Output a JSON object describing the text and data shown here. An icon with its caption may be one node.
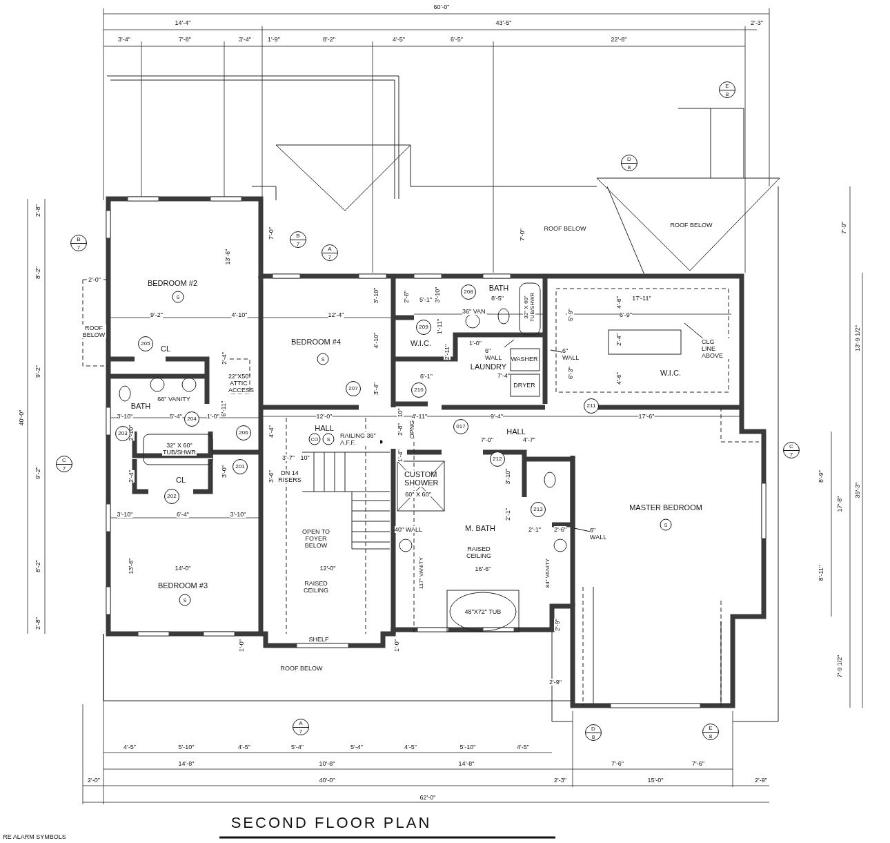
{
  "diagram": {
    "title": "SECOND FLOOR PLAN",
    "nodes": [
      {
        "text": [
          "B",
          "7"
        ]
      },
      {
        "text": [
          "B",
          "7"
        ]
      },
      {
        "text": [
          "A",
          "7"
        ]
      },
      {
        "text": [
          "D",
          "8"
        ]
      },
      {
        "text": [
          "E",
          "8"
        ]
      },
      {
        "text": [
          "C",
          "7"
        ]
      },
      {
        "text": [
          "C",
          "7"
        ]
      },
      {
        "text": [
          "A",
          "7"
        ]
      },
      {
        "text": [
          "D",
          "8"
        ]
      },
      {
        "text": [
          "E",
          "8"
        ]
      },
      {
        "text": [
          "205"
        ]
      },
      {
        "text": [
          "209"
        ]
      },
      {
        "text": [
          "208"
        ]
      },
      {
        "text": [
          "207"
        ]
      },
      {
        "text": [
          "210"
        ]
      },
      {
        "text": [
          "211"
        ]
      },
      {
        "text": [
          "204"
        ]
      },
      {
        "text": [
          "203"
        ]
      },
      {
        "text": [
          "206"
        ]
      },
      {
        "text": [
          "017"
        ]
      },
      {
        "text": [
          "212"
        ]
      },
      {
        "text": [
          "201"
        ]
      },
      {
        "text": [
          "202"
        ]
      },
      {
        "text": [
          "213"
        ]
      },
      {
        "text": [
          "S"
        ]
      },
      {
        "text": [
          "S"
        ]
      },
      {
        "text": [
          "CO"
        ]
      },
      {
        "text": [
          "S"
        ]
      },
      {
        "text": [
          "S"
        ]
      },
      {
        "text": [
          "S"
        ]
      },
      {
        "text": [
          "6\" WALL"
        ]
      },
      {
        "text": [
          "6\" WALL"
        ]
      },
      {
        "text": [
          "CLG LINE ABOVE"
        ]
      },
      {
        "text": [
          "RAILING 36\" A.F.F."
        ]
      },
      {
        "text": [
          "6\" WALL"
        ]
      }
    ],
    "edges": [
      {
        "from": 30,
        "to": null,
        "arrow": "none"
      },
      {
        "from": 31,
        "to": null,
        "arrow": "none"
      },
      {
        "from": 32,
        "to": null,
        "arrow": "none"
      },
      {
        "from": 33,
        "to": null,
        "arrow": "other"
      },
      {
        "from": 34,
        "to": null,
        "arrow": "none"
      }
    ],
    "labels": [
      "60'-0\"",
      "14'-4\"",
      "43'-5\"",
      "2'-3\"",
      "3'-4\"",
      "7'-8\"",
      "3'-4\"",
      "1'-9\"",
      "8'-2\"",
      "4'-5\"",
      "6'-5\"",
      "22'-8\"",
      "2'-8\"",
      "7'-0\"",
      "7'-0\"",
      "ROOF BELOW",
      "ROOF BELOW",
      "7'-9\"",
      "13'-6\"",
      "8'-2\"",
      "2'-0\"",
      "BEDROOM #2",
      "BATH",
      "3'-10\"",
      "2'-6\"",
      "5'-1\"",
      "3'-10\"",
      "8'-5\"",
      "32\" X 60\" TUB/SHWR",
      "4'-6\"",
      "17'-11\"",
      "9'-2\"",
      "4'-10\"",
      "12'-4\"",
      "36\" VAN.",
      "5'-9\"",
      "6'-9\"",
      "ROOF BELOW",
      "BEDROOM #4",
      "4'-10\"",
      "W.I.C.",
      "1'-11\"",
      "2'-4\"",
      "13'-9 1/2\"",
      "CL",
      "2'-4\"",
      "2'-11\"",
      "1'-0\"",
      "LAUNDRY",
      "WASHER",
      "9'-2\"",
      "22\"X50\" ATTIC ACCESS",
      "3'-4\"",
      "6'-1\"",
      "7'-4\"",
      "DRYER",
      "6'-3\"",
      "4'-6\"",
      "W.I.C.",
      "BATH",
      "66\" VANITY",
      "6'-11\"",
      "40'-0\"",
      "3'-10\"",
      "5'-4\"",
      "1'-0\"",
      "12'-0\"",
      "10\"",
      "4'-11\"",
      "9'-4\"",
      "17'-6\"",
      "2'-10\"",
      "4'-4\"",
      "HALL",
      "2'-8\"",
      "OPNG",
      "7'-0\"",
      "HALL",
      "4'-7\"",
      "32\" X 60\" TUB/SHWR",
      "3'-7\"",
      "10\"",
      "1'-4\"",
      "9'-2\"",
      "2'-4\"",
      "CL",
      "3'-0\"",
      "3'-6\"",
      "DN 14 RISERS",
      "CUSTOM SHOWER",
      "3'-10\"",
      "8'-9\"",
      "60\" X 60\"",
      "MASTER BEDROOM",
      "17'-8\"",
      "39'-3\"",
      "3'-10\"",
      "6'-4\"",
      "3'-10\"",
      "2'-1\"",
      "OPEN TO FOYER BELOW",
      "40\" WALL",
      "M. BATH",
      "2'-1\"",
      "2'-6\"",
      "RAISED CEILING",
      "8'-2\"",
      "13'-6\"",
      "14'-0\"",
      "12'-0\"",
      "117\" VANITY",
      "16'-6\"",
      "84\" VANITY",
      "8'-11\"",
      "BEDROOM #3",
      "RAISED CEILING",
      "2'-8\"",
      "48\"X72\" TUB",
      "2'-9\"",
      "1'-0\"",
      "SHELF",
      "1'-0\"",
      "ROOF BELOW",
      "2'-9\"",
      "7'-9 1/2\"",
      "4'-5\"",
      "5'-10\"",
      "4'-5\"",
      "5'-4\"",
      "5'-4\"",
      "4'-5\"",
      "5'-10\"",
      "4'-5\"",
      "14'-8\"",
      "10'-8\"",
      "14'-8\"",
      "7'-6\"",
      "7'-6\"",
      "2'-0\"",
      "40'-0\"",
      "2'-3\"",
      "15'-0\"",
      "2'-9\"",
      "62'-0\"",
      "RE ALARM SYMBOLS"
    ]
  }
}
